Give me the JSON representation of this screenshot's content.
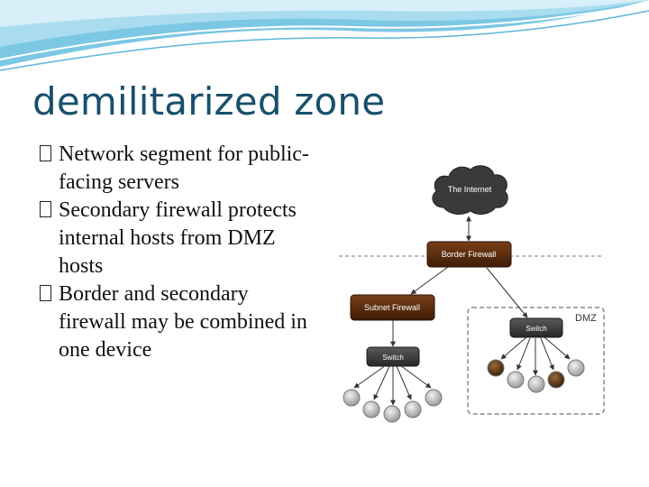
{
  "slide": {
    "title": "demilitarized zone",
    "bullets": [
      "Network segment for public-facing servers",
      "Secondary firewall protects internal hosts from DMZ hosts",
      "Border and secondary firewall may be combined in one device"
    ]
  },
  "diagram": {
    "internet_label": "The Internet",
    "border_firewall_label": "Border Firewall",
    "subnet_firewall_label": "Subnet Firewall",
    "internal_switch_label": "Switch",
    "dmz_switch_label": "Switch",
    "dmz_label": "DMZ",
    "internal_hosts": 5,
    "dmz_hosts": 5,
    "dmz_server_hosts": [
      0,
      3
    ],
    "colors": {
      "title": "#17506a",
      "firewall_fill": "#5a2a0c",
      "switch_fill": "#3a3a3a",
      "server_host": "#5a3414",
      "host_gray": "#b8b8b8"
    }
  }
}
